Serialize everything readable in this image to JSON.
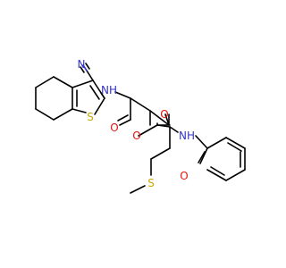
{
  "molecule": {
    "colors": {
      "carbon_bond": "#000000",
      "nitrogen": "#3333cc",
      "oxygen": "#e8150c",
      "sulfur": "#c8a800",
      "background": "#ffffff"
    },
    "atom_labels": {
      "nitrile_n": "N",
      "amide1_nh": "NH",
      "thiophene_s": "S",
      "amide1_o": "O",
      "ester_o_single": "O",
      "ester_o_double": "O",
      "amide2_nh": "NH",
      "amide2_o": "O",
      "thioether_s": "S"
    }
  }
}
